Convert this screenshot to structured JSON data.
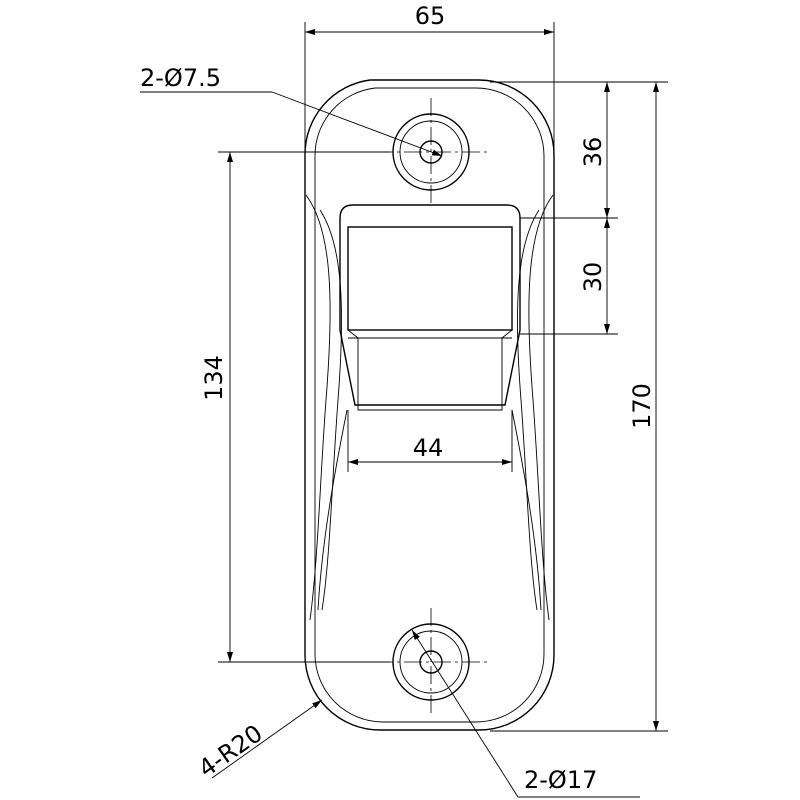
{
  "drawing": {
    "line_color": "#000000",
    "background": "#ffffff"
  },
  "dimensions": {
    "overall_width": "65",
    "overall_height": "170",
    "hole_spacing": "134",
    "top_to_window": "36",
    "window_height": "30",
    "window_width": "44",
    "small_hole_callout": "2-Ø7.5",
    "large_hole_callout": "2-Ø17",
    "corner_radius_callout": "4-R20"
  }
}
